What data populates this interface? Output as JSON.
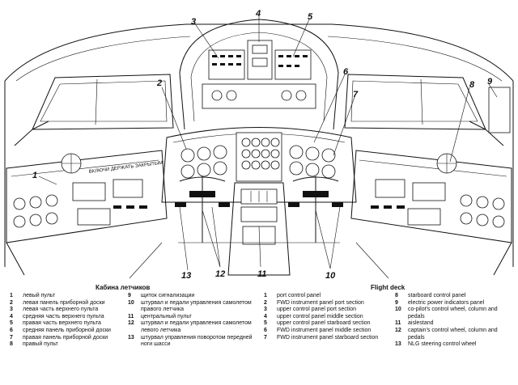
{
  "figure": {
    "callouts": [
      "1",
      "2",
      "3",
      "4",
      "5",
      "6",
      "7",
      "8",
      "9",
      "10",
      "11",
      "12",
      "13"
    ],
    "panel_strip_text": "ВКЛЮЧИ ДЕРЖАТЬ ЗАКРЫТЫМ"
  },
  "legend_ru": {
    "title": "Кабина летчиков",
    "items": [
      {
        "num": "1",
        "text": "левый пульт"
      },
      {
        "num": "2",
        "text": "левая панель приборной доски"
      },
      {
        "num": "3",
        "text": "левая часть верхнего пульта"
      },
      {
        "num": "4",
        "text": "средняя часть верхнего пульта"
      },
      {
        "num": "5",
        "text": "правая часть верхнего пульта"
      },
      {
        "num": "6",
        "text": "средняя панель приборной доски"
      },
      {
        "num": "7",
        "text": "правая панель приборной доски"
      },
      {
        "num": "8",
        "text": "правый пульт"
      },
      {
        "num": "9",
        "text": "щиток сигнализации"
      },
      {
        "num": "10",
        "text": "штурвал и педали управления самолетом правого летчика"
      },
      {
        "num": "11",
        "text": "центральный пульт"
      },
      {
        "num": "12",
        "text": "штурвал и педали управления самолетом левого летчика"
      },
      {
        "num": "13",
        "text": "штурвал управления поворотом передней ноги шасси"
      }
    ]
  },
  "legend_en": {
    "title": "Flight deck",
    "items": [
      {
        "num": "1",
        "text": "port control panel"
      },
      {
        "num": "2",
        "text": "FWD instrument panel port section"
      },
      {
        "num": "3",
        "text": "upper control panel port section"
      },
      {
        "num": "4",
        "text": "upper control panel middle section"
      },
      {
        "num": "5",
        "text": "upper control panel starboard section"
      },
      {
        "num": "6",
        "text": "FWD instrument panel middle section"
      },
      {
        "num": "7",
        "text": "FWD instrument panel starboard section"
      },
      {
        "num": "8",
        "text": "starboard control panel"
      },
      {
        "num": "9",
        "text": "electric power indicators panel"
      },
      {
        "num": "10",
        "text": "co-pilot's control wheel, column and pedals"
      },
      {
        "num": "11",
        "text": "aislestand"
      },
      {
        "num": "12",
        "text": "captain's control wheel, column and pedals"
      },
      {
        "num": "13",
        "text": "NLG steering control wheel"
      }
    ]
  }
}
